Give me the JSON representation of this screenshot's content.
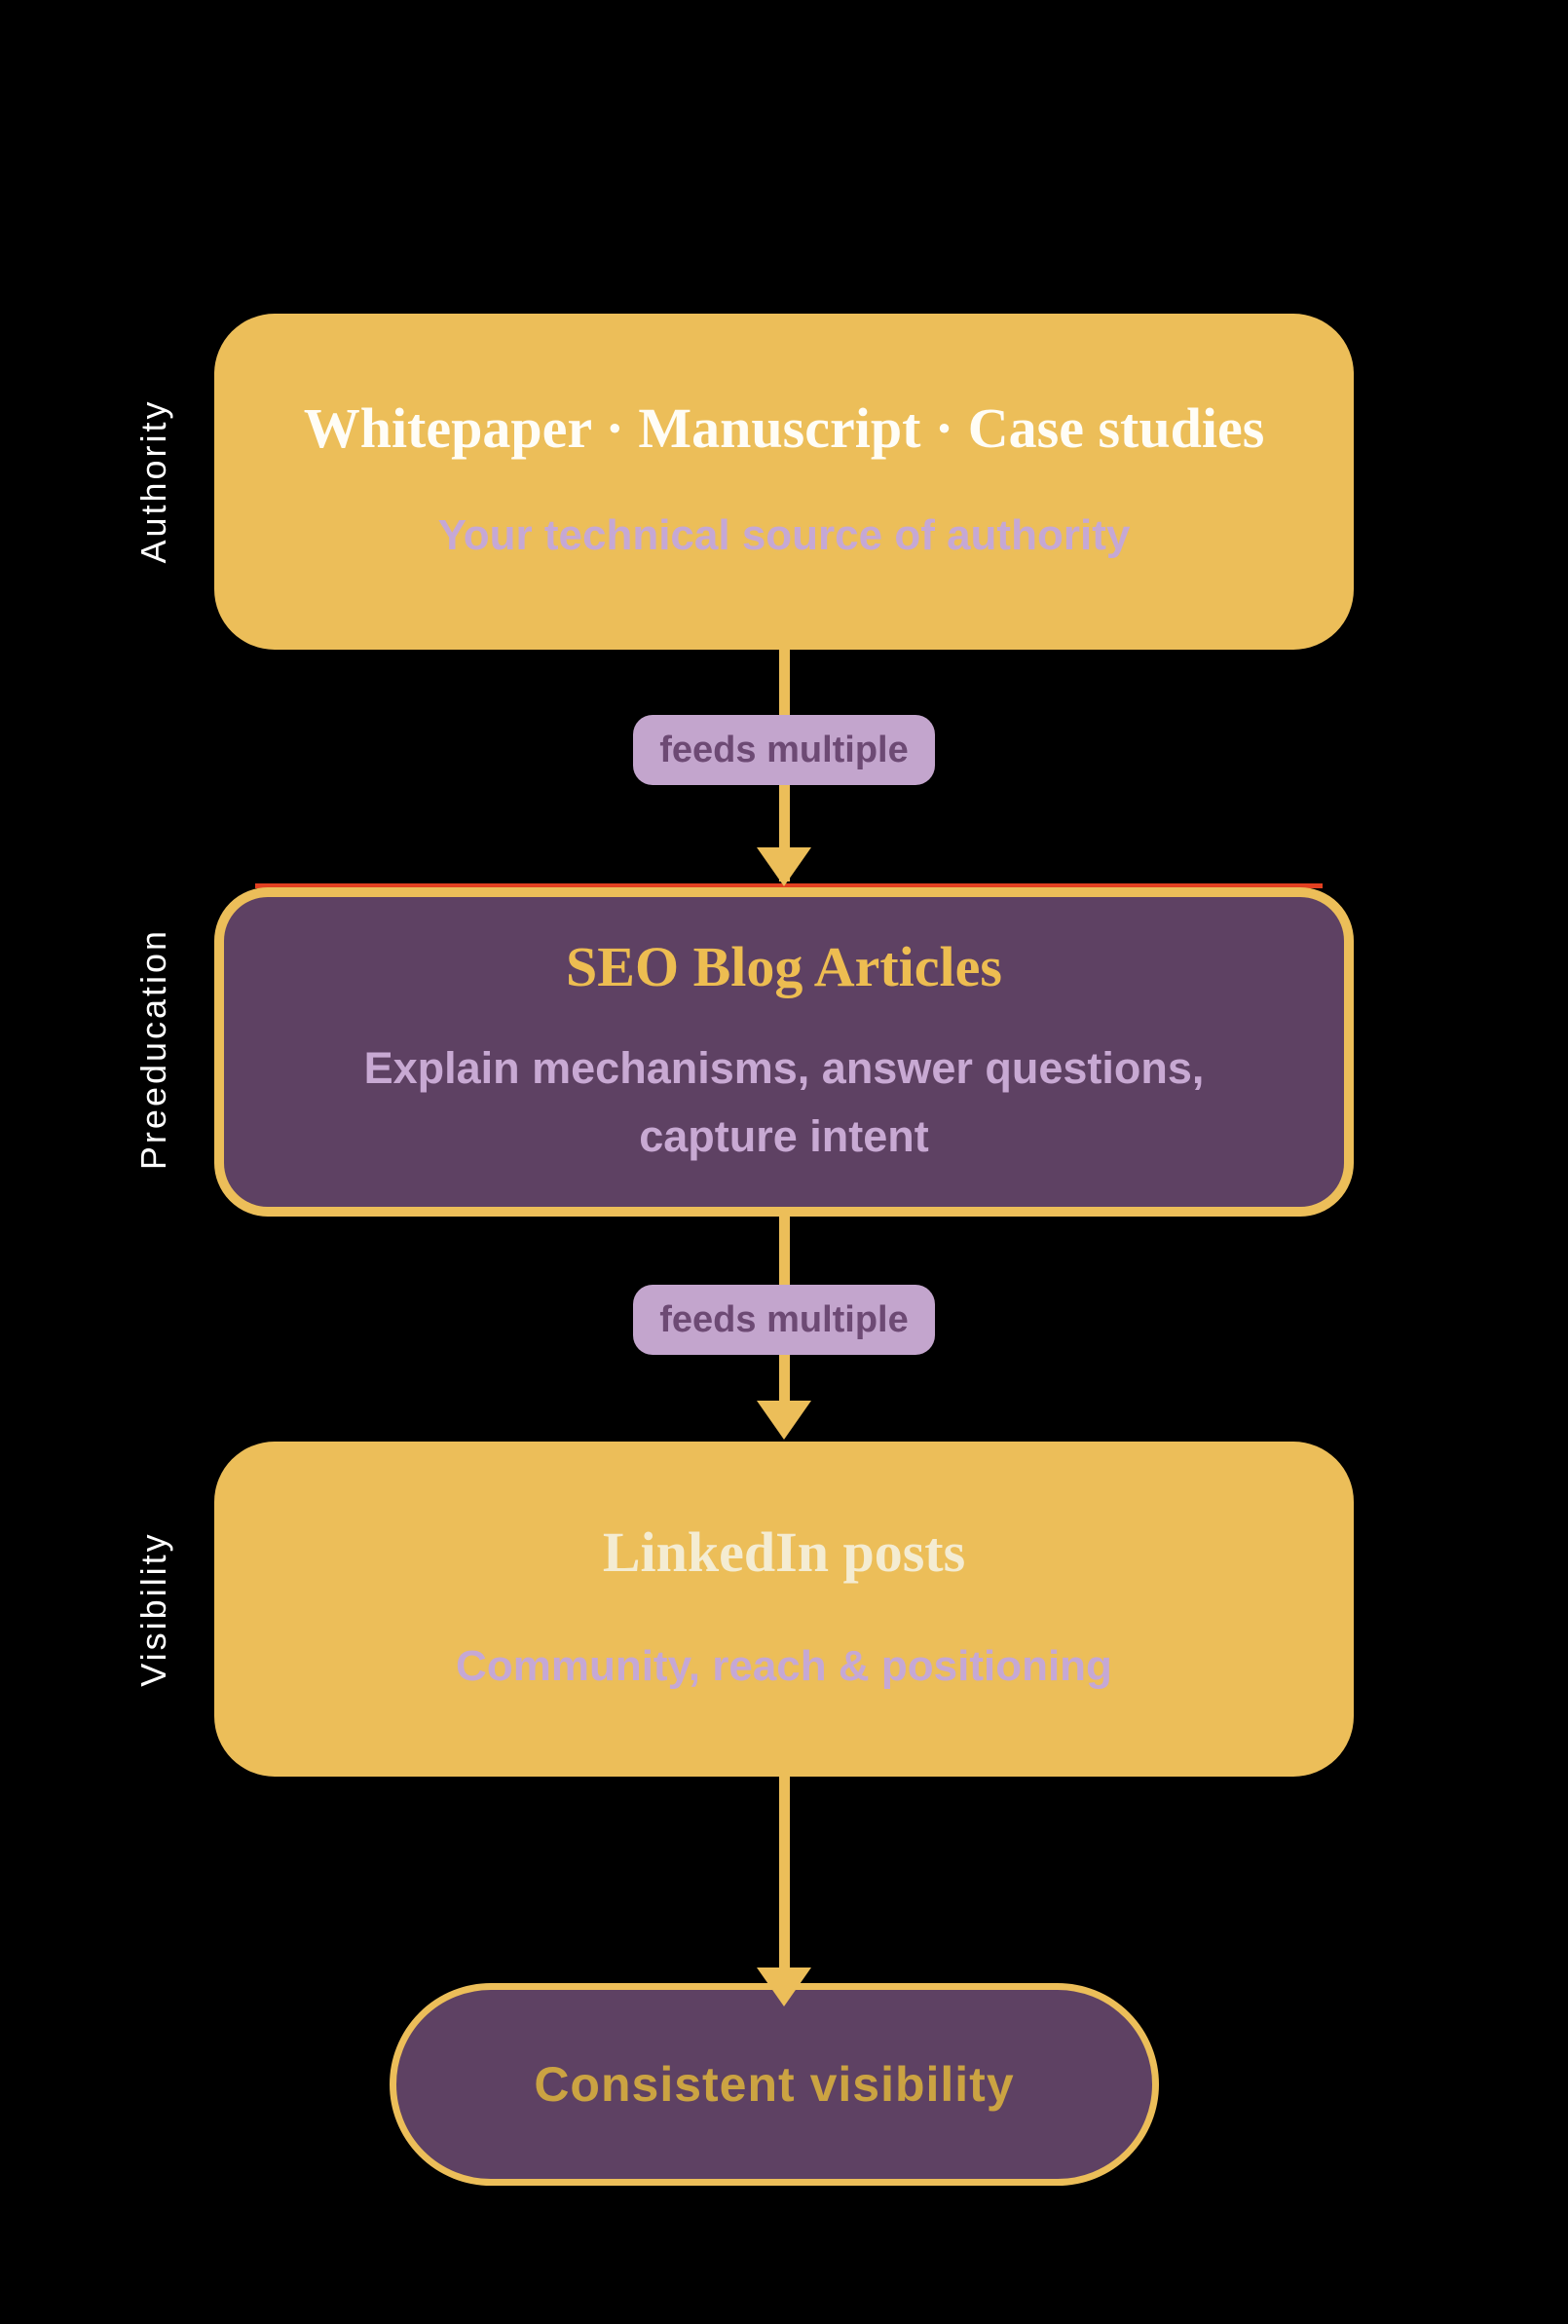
{
  "palette": {
    "background": "#000000",
    "yellow": "#ECBE59",
    "purple": "#5E4163",
    "lavender_on_yellow": "#C5A8D5",
    "lavender_on_purple": "#C8A9D3",
    "badge_background": "#C3A5CD",
    "badge_text": "#6D4A74",
    "seo_title": "#EDBD51",
    "linkedin_title": "#F4ECD2",
    "outcome_text": "#CBA342",
    "red_accent": "#E34020",
    "stage_label_text": "#FFFFFF",
    "top_title_text": "#FFFDF6"
  },
  "stages": [
    {
      "label": "Authority"
    },
    {
      "label": "Preeducation"
    },
    {
      "label": "Visibility"
    }
  ],
  "nodes": {
    "authority": {
      "title": "Whitepaper · Manuscript · Case studies",
      "subtitle": "Your technical source of authority"
    },
    "seo": {
      "title": "SEO Blog Articles",
      "subtitle_line1": "Explain mechanisms, answer questions,",
      "subtitle_line2": "capture intent"
    },
    "linkedin": {
      "title": "LinkedIn posts",
      "subtitle": "Community, reach & positioning"
    },
    "outcome": {
      "title": "Consistent visibility"
    }
  },
  "connectors": {
    "label1": "feeds multiple",
    "label2": "feeds multiple"
  }
}
